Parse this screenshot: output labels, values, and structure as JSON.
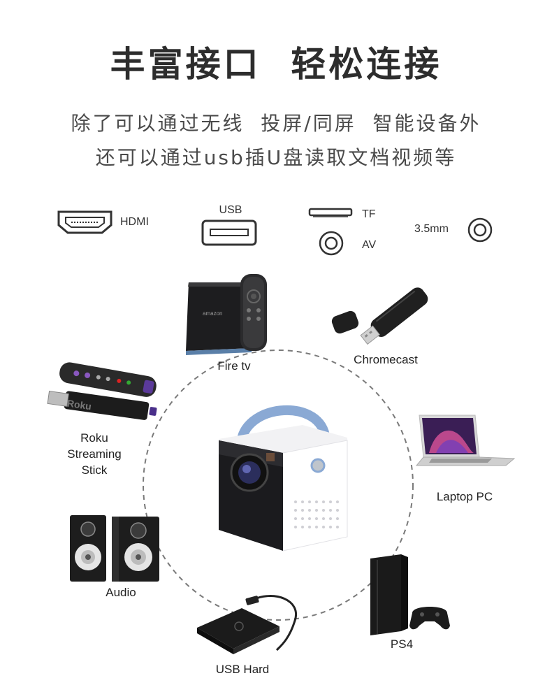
{
  "title": "丰富接口  轻松连接",
  "subtitle": {
    "line1": "除了可以通过无线  投屏/同屏  智能设备外",
    "line2": "还可以通过usb插U盘读取文档视频等"
  },
  "ports": {
    "hdmi": "HDMI",
    "usb": "USB",
    "tf": "TF",
    "av": "AV",
    "audio": "3.5mm"
  },
  "devices": {
    "fire_tv": "Fire tv",
    "chromecast": "Chromecast",
    "roku": [
      "Roku",
      "Streaming",
      "Stick"
    ],
    "laptop": "Laptop PC",
    "audio": "Audio",
    "ps4": "PS4",
    "usb_hard": "USB Hard"
  },
  "brand_text": {
    "fire_box": "amazon",
    "roku_stick": "Roku"
  }
}
